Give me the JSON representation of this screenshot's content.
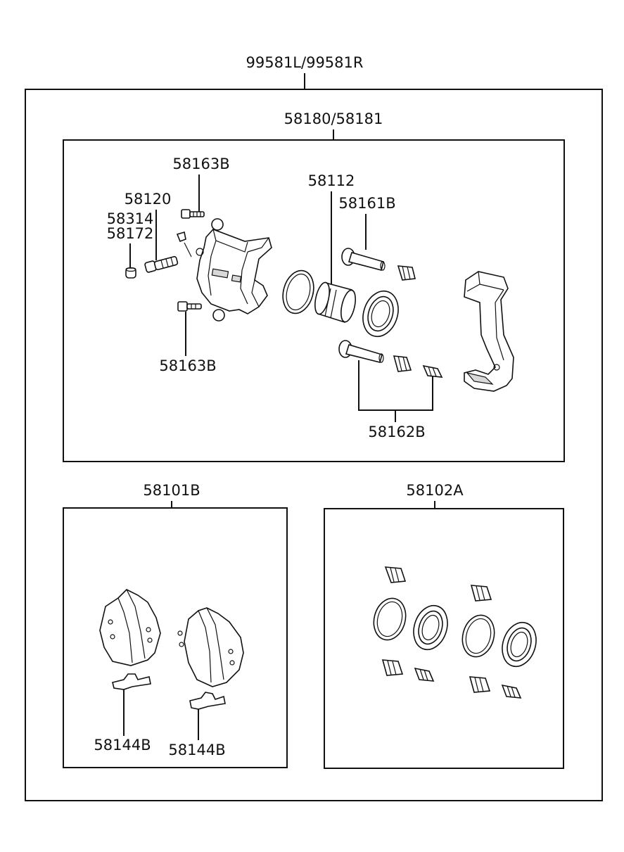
{
  "outer_kit": {
    "label": "99581L/99581R"
  },
  "caliper_assy": {
    "label": "58180/58181"
  },
  "caliper_parts": {
    "bolt_top": "58163B",
    "bleeder": "58120",
    "bleeder_cap_a": "58314",
    "bleeder_cap_b": "58172",
    "piston": "58112",
    "guide_pin_top": "58161B",
    "bolt_bottom": "58163B",
    "guide_pin_bottom": "58162B"
  },
  "pad_kit": {
    "label": "58101B",
    "shim_left": "58144B",
    "shim_right": "58144B"
  },
  "seal_kit": {
    "label": "58102A"
  }
}
